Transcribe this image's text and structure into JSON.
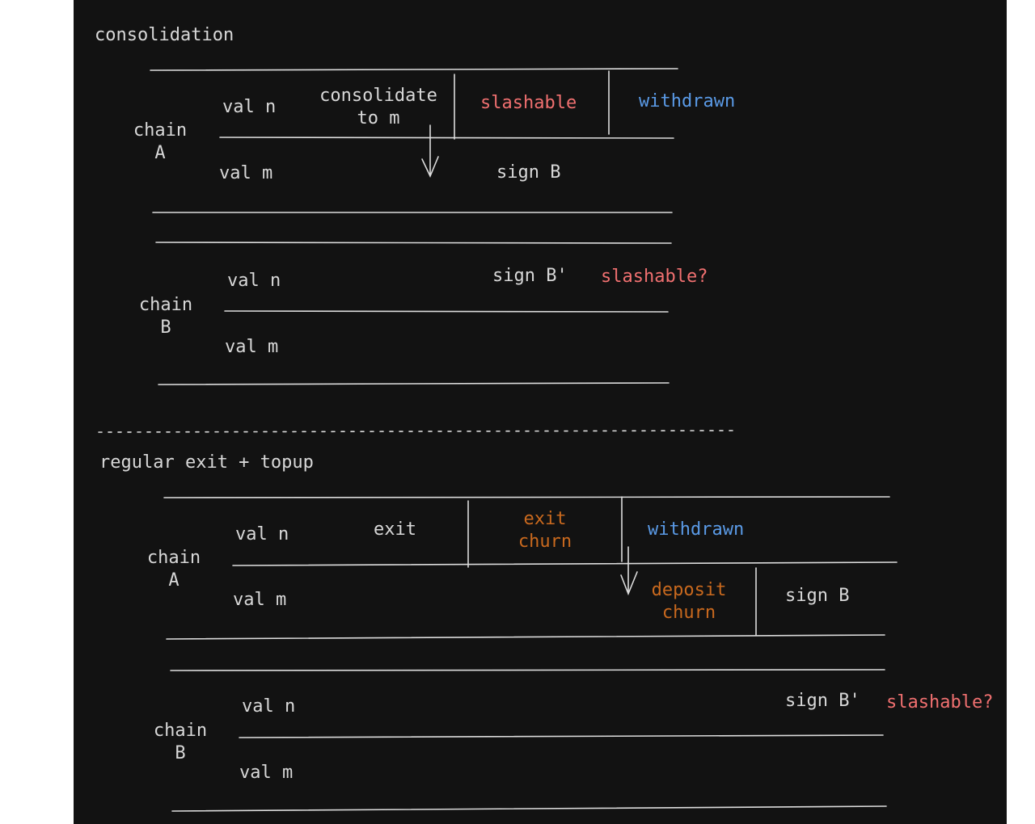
{
  "consolidation": {
    "title": "consolidation",
    "chain_a": {
      "label": "chain\nA",
      "val_n": "val n",
      "val_m": "val m",
      "action": "consolidate\nto m",
      "slashable": "slashable",
      "withdrawn": "withdrawn",
      "sign": "sign B"
    },
    "chain_b": {
      "label": "chain\nB",
      "val_n": "val n",
      "val_m": "val m",
      "sign": "sign B'",
      "slashable": "slashable?"
    }
  },
  "topup": {
    "title": "regular exit + topup",
    "chain_a": {
      "label": "chain\nA",
      "val_n": "val n",
      "val_m": "val m",
      "exit": "exit",
      "exit_churn": "exit\nchurn",
      "withdrawn": "withdrawn",
      "deposit_churn": "deposit\nchurn",
      "sign": "sign B"
    },
    "chain_b": {
      "label": "chain\nB",
      "val_n": "val n",
      "val_m": "val m",
      "sign": "sign B'",
      "slashable": "slashable?"
    }
  },
  "colors": {
    "background": "#121212",
    "text": "#d8d8d8",
    "red": "#f07070",
    "blue": "#5a9ae6",
    "orange": "#c9691e"
  }
}
